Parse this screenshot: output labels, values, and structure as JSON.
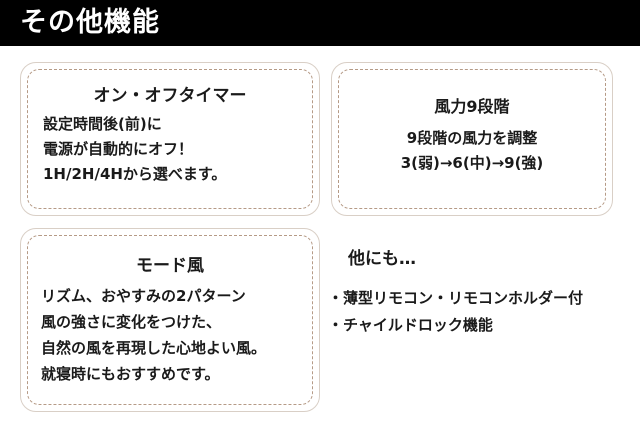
{
  "header": {
    "title": "その他機能"
  },
  "timer_card": {
    "title": "オン・オフタイマー",
    "lines": [
      "設定時間後(前)に",
      "電源が自動的にオフ！",
      "1H/2H/4Hから選べます。"
    ]
  },
  "wind_card": {
    "title": "風力9段階",
    "lines": [
      "9段階の風力を調整",
      "3(弱)→6(中)→9(強)"
    ]
  },
  "mode_card": {
    "title": "モード風",
    "lines": [
      "リズム、おやすみの2パターン",
      "風の強さに変化をつけた、",
      "自然の風を再現した心地よい風。",
      "就寝時にもおすすめです。"
    ]
  },
  "other": {
    "title": "他にも…",
    "items": [
      "・薄型リモコン・リモコンホルダー付",
      "・チャイルドロック機能"
    ]
  }
}
